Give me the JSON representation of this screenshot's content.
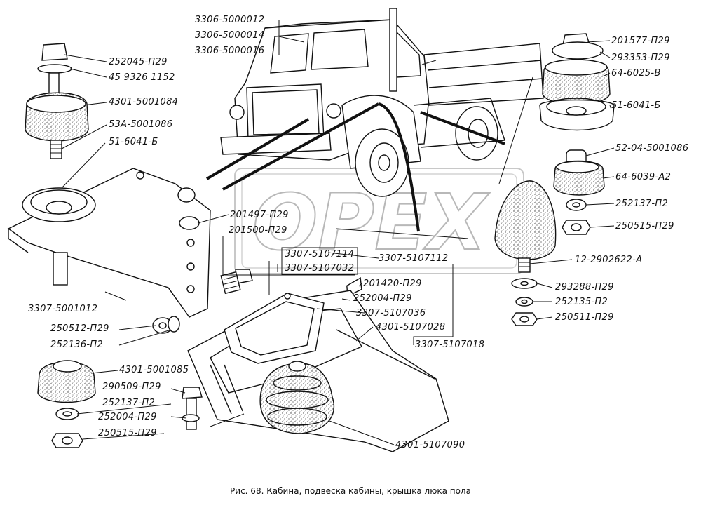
{
  "caption": "Рис. 68. Кабина, подвеска кабины, крышка люка пола",
  "watermark": "OPEX",
  "labels": [
    {
      "id": "l01",
      "text": "3306-5000012"
    },
    {
      "id": "l02",
      "text": "3306-5000014"
    },
    {
      "id": "l03",
      "text": "3306-5000016"
    },
    {
      "id": "l04",
      "text": "252045-П29"
    },
    {
      "id": "l05",
      "text": "45 9326 1152"
    },
    {
      "id": "l06",
      "text": "4301-5001084"
    },
    {
      "id": "l07",
      "text": "53А-5001086"
    },
    {
      "id": "l08",
      "text": "51-6041-Б"
    },
    {
      "id": "l09",
      "text": "201577-П29"
    },
    {
      "id": "l10",
      "text": "293353-П29"
    },
    {
      "id": "l11",
      "text": "64-6025-В"
    },
    {
      "id": "l12",
      "text": "51-6041-Б"
    },
    {
      "id": "l13",
      "text": "52-04-5001086"
    },
    {
      "id": "l14",
      "text": "64-6039-А2"
    },
    {
      "id": "l15",
      "text": "252137-П2"
    },
    {
      "id": "l16",
      "text": "250515-П29"
    },
    {
      "id": "l17",
      "text": "12-2902622-А"
    },
    {
      "id": "l18",
      "text": "293288-П29"
    },
    {
      "id": "l19",
      "text": "252135-П2"
    },
    {
      "id": "l20",
      "text": "250511-П29"
    },
    {
      "id": "l21",
      "text": "201497-П29"
    },
    {
      "id": "l22",
      "text": "201500-П29"
    },
    {
      "id": "l23",
      "text": "3307-5107114"
    },
    {
      "id": "l24",
      "text": "3307-5107032"
    },
    {
      "id": "l25",
      "text": "3307-5107112"
    },
    {
      "id": "l26",
      "text": "201420-П29"
    },
    {
      "id": "l27",
      "text": "252004-П29"
    },
    {
      "id": "l28",
      "text": "3307-5107036"
    },
    {
      "id": "l29",
      "text": "4301-5107028"
    },
    {
      "id": "l30",
      "text": "3307-5107018"
    },
    {
      "id": "l31",
      "text": "3307-5001012"
    },
    {
      "id": "l32",
      "text": "250512-П29"
    },
    {
      "id": "l33",
      "text": "252136-П2"
    },
    {
      "id": "l34",
      "text": "4301-5001085"
    },
    {
      "id": "l35",
      "text": "290509-П29"
    },
    {
      "id": "l36",
      "text": "252137-П2"
    },
    {
      "id": "l37",
      "text": "252004-П29"
    },
    {
      "id": "l38",
      "text": "250515-П29"
    },
    {
      "id": "l39",
      "text": "4301-5107090"
    }
  ]
}
